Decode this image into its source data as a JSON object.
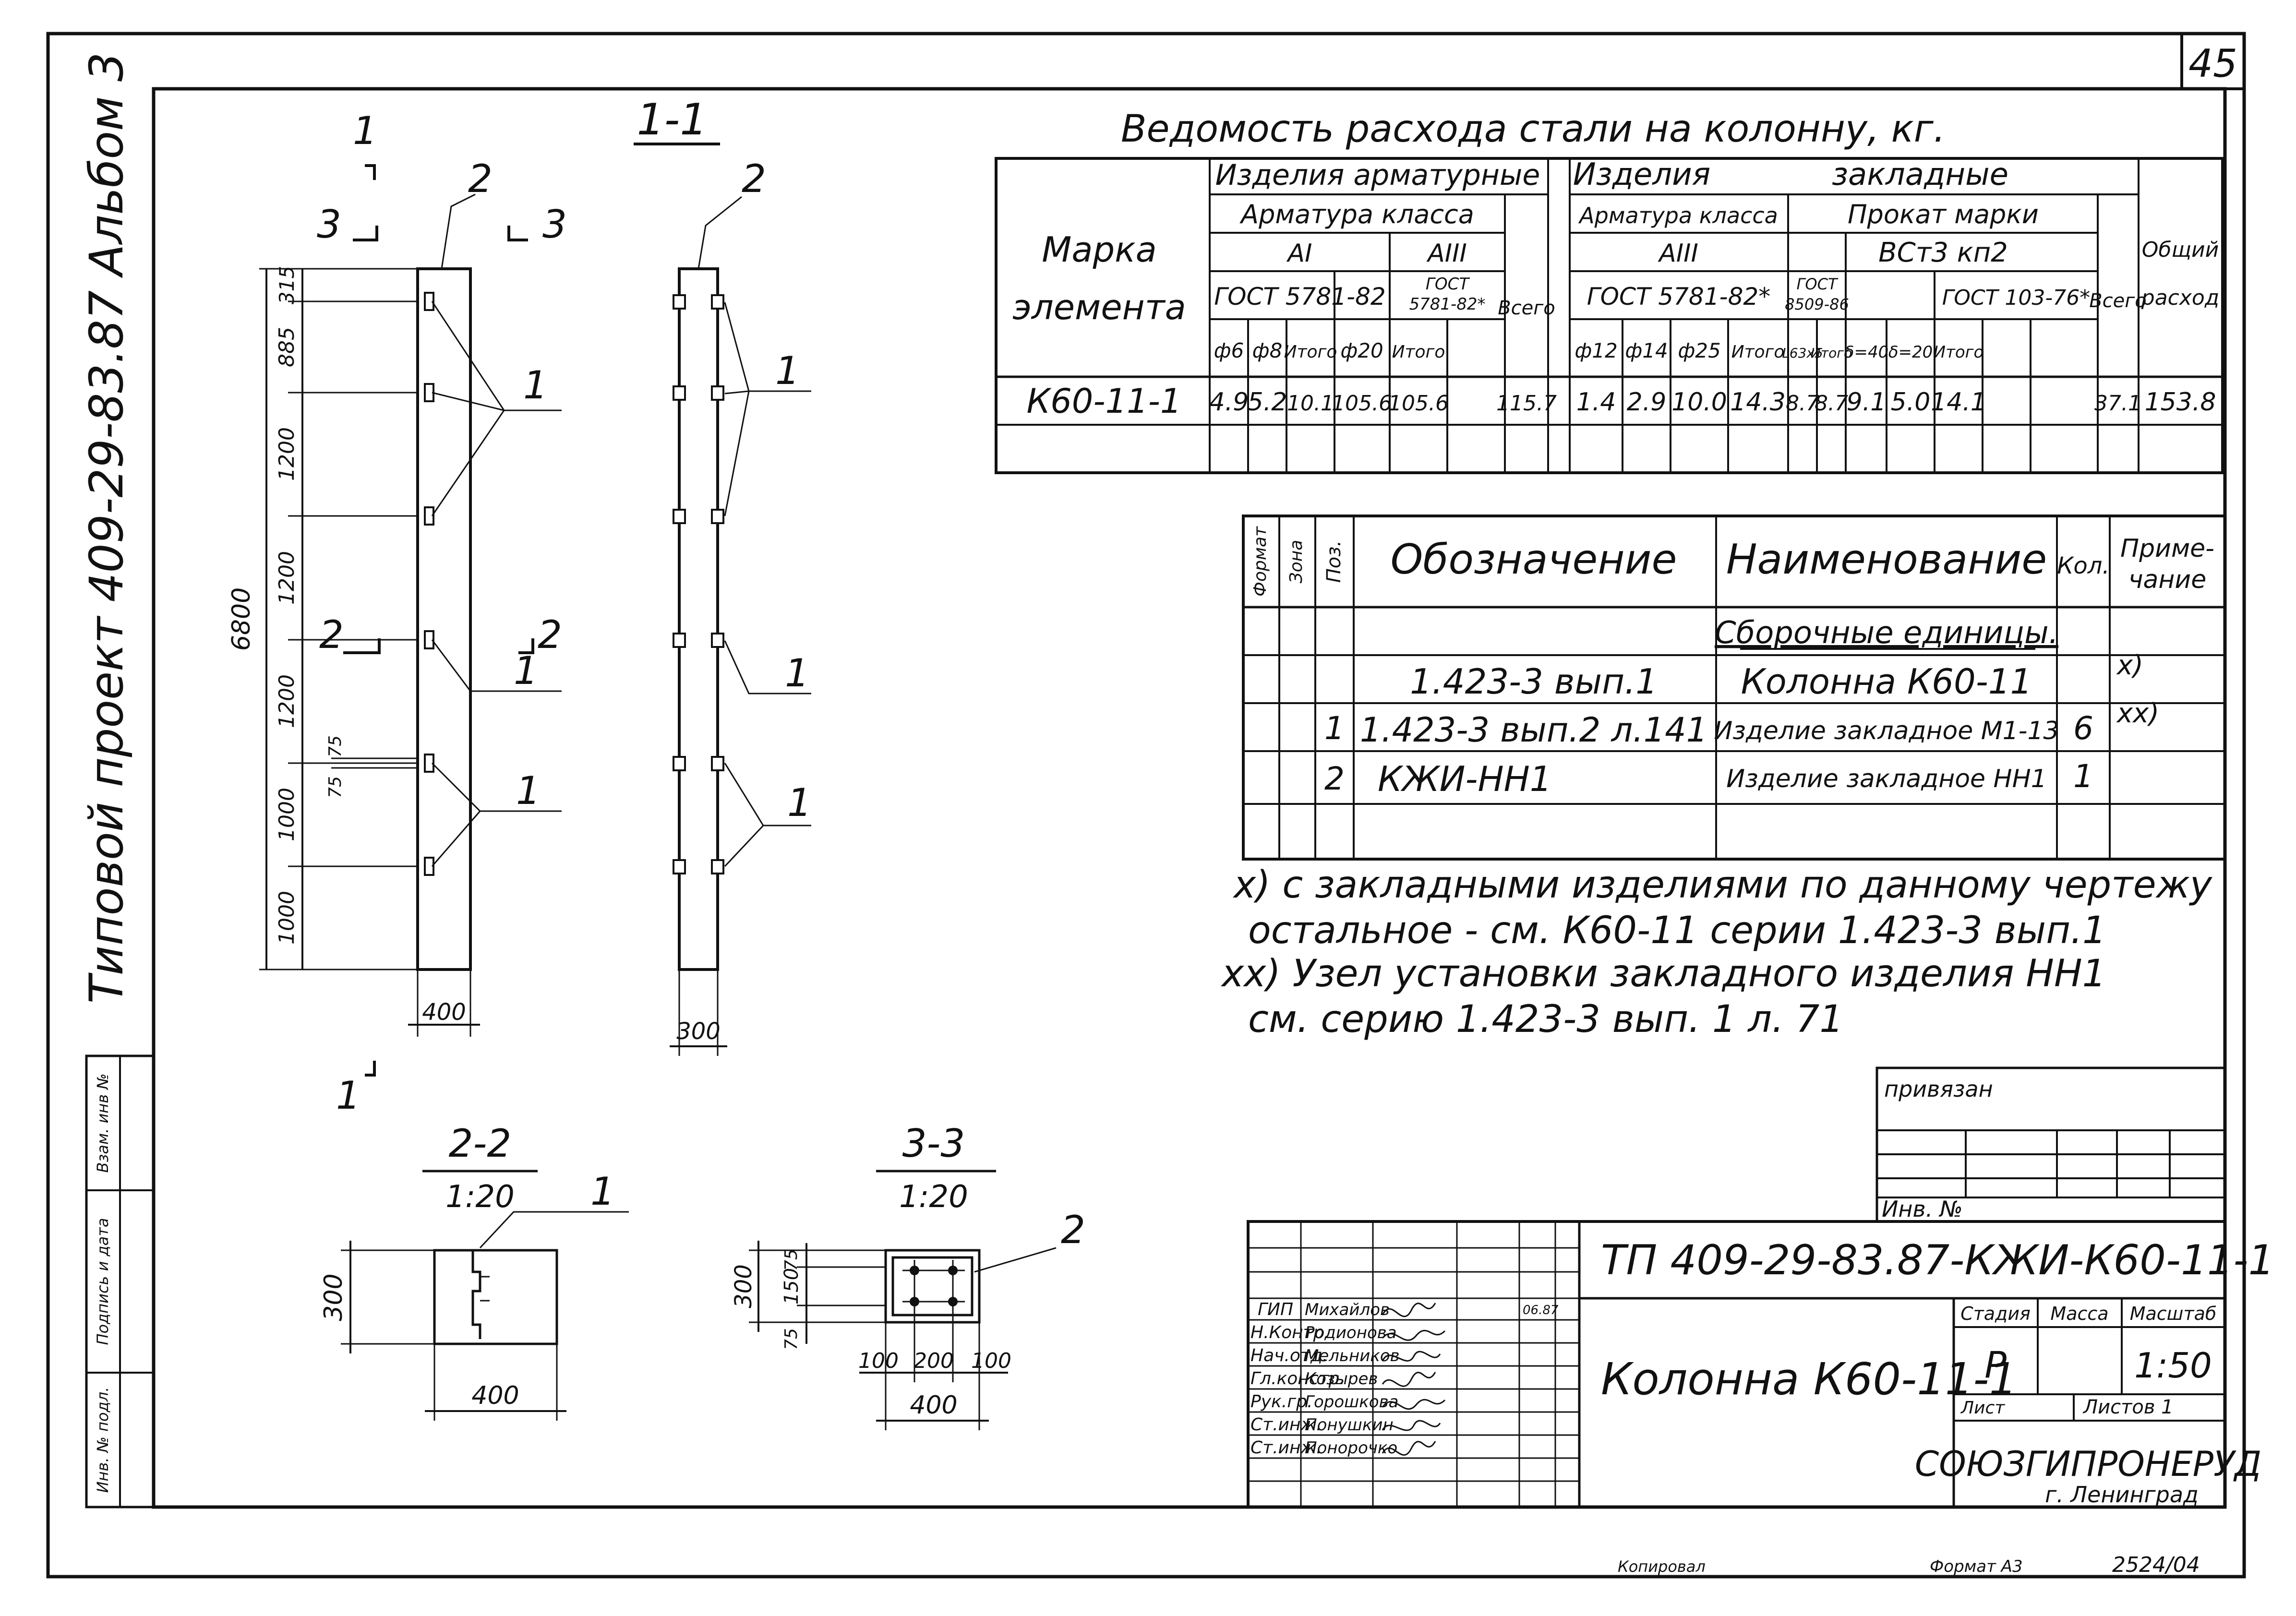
{
  "sheet": {
    "number": "45",
    "side_title": "Типовой проект 409-29-83.87 Альбом 3",
    "footer_copied": "Копировал",
    "footer_format": "Формат А3",
    "footer_code": "2524/04"
  },
  "left_stamp": [
    "Инв. № подл.",
    "Подпись и дата",
    "Взам. инв №"
  ],
  "elevation": {
    "cut_11_label": "1",
    "cut_33_label": "3",
    "cut_22_label": "2",
    "callout_1": "1",
    "callout_2": "2",
    "height": "6800",
    "dims": [
      "315",
      "885",
      "1200",
      "1200",
      "1200",
      "1000",
      "1000"
    ],
    "dim_75a": "75",
    "dim_75b": "75",
    "width": "400"
  },
  "section_11": {
    "title": "1-1",
    "width": "300",
    "callout_1": "1",
    "callout_2": "2"
  },
  "section_22": {
    "title": "2-2",
    "scale": "1:20",
    "height": "300",
    "width": "400",
    "callout_1": "1"
  },
  "section_33": {
    "title": "3-3",
    "scale": "1:20",
    "callout_2": "2",
    "height": "300",
    "d75a": "75",
    "d150": "150",
    "d75b": "75",
    "d100a": "100",
    "d200": "200",
    "d100b": "100",
    "width": "400"
  },
  "steel_table": {
    "title": "Ведомость расхода стали на колонну, кг.",
    "col_mark_1": "Марка",
    "col_mark_2": "элемента",
    "group_arm": "Изделия арматурные",
    "group_emb_a": "Изделия",
    "group_emb_b": "закладные",
    "arm_class": "Арматура класса",
    "emb_arm_class": "Арматура класса",
    "rolled": "Прокат марки",
    "class_a1": "AI",
    "class_a3": "AIII",
    "emb_class_a3": "AIII",
    "steel_grade": "ВСт3 кп2",
    "gost_5781a": "ГОСТ 5781-82",
    "gost_5781b_1": "ГОСТ",
    "gost_5781b_2": "5781-82*",
    "gost_5781c": "ГОСТ 5781-82*",
    "gost_8509_1": "ГОСТ",
    "gost_8509_2": "8509-86",
    "gost_103": "ГОСТ 103-76*",
    "vsego_1": "Всего",
    "vsego_2": "Всего",
    "total_1": "Общий",
    "total_2": "расход",
    "sub": [
      "ф6",
      "ф8",
      "Итого",
      "ф20",
      "Итого",
      "ф12",
      "ф14",
      "ф25",
      "Итого",
      "L63x5",
      "Итого",
      "δ=40",
      "δ=20",
      "Итого"
    ],
    "row_mark": "К60-11-1",
    "row_values": [
      "4.9",
      "5.2",
      "10.1",
      "105.6",
      "105.6",
      "115.7",
      "1.4",
      "2.9",
      "10.0",
      "14.3",
      "8.7",
      "8.7",
      "9.1",
      "5.0",
      "14.1",
      "37.1",
      "153.8"
    ]
  },
  "spec_table": {
    "h_format": "Формат",
    "h_zone": "Зона",
    "h_pos": "Поз.",
    "h_designation": "Обозначение",
    "h_name": "Наименование",
    "h_qty": "Кол.",
    "h_note_1": "Приме-",
    "h_note_2": "чание",
    "section_title": "Сборочные единицы.",
    "rows": [
      {
        "pos": "",
        "designation": "1.423-3 вып.1",
        "name": "Колонна К60-11",
        "qty": "",
        "note": "x)"
      },
      {
        "pos": "1",
        "designation": "1.423-3 вып.2 л.141",
        "name": "Изделие закладное М1-13",
        "qty": "6",
        "note": "xx)"
      },
      {
        "pos": "2",
        "designation": "КЖИ-НН1",
        "name": "Изделие закладное НН1",
        "qty": "1",
        "note": ""
      }
    ]
  },
  "notes": {
    "n1_a": "x) с закладными изделиями по данному чертежу",
    "n1_b": "остальное - см. К60-11 серии 1.423-3 вып.1",
    "n2_a": "xx) Узел установки закладного изделия НН1",
    "n2_b": "см. серию 1.423-3 вып. 1 л. 71"
  },
  "binding": {
    "label": "привязан",
    "inv": "Инв. №"
  },
  "title_block": {
    "code": "ТП 409-29-83.87-КЖИ-К60-11-1",
    "name": "Колонна К60-11-1",
    "stage_label": "Стадия",
    "mass_label": "Масса",
    "scale_label": "Масштаб",
    "stage": "Р",
    "scale": "1:50",
    "sheet_label": "Лист",
    "sheets_label": "Листов 1",
    "org_1": "СОЮЗГИПРОНЕРУД",
    "org_2": "г. Ленинград",
    "sign_date": "06.87",
    "roles": [
      "ГИП",
      "Н.Контр.",
      "Нач.отд.",
      "Гл.констр.",
      "Рук.гр.",
      "Ст.инж.",
      "Ст.инж."
    ],
    "names": [
      "Михайлов",
      "Родионова",
      "Мельников",
      "Козырев",
      "Горошкова",
      "Понушкин",
      "Понорочко"
    ]
  }
}
